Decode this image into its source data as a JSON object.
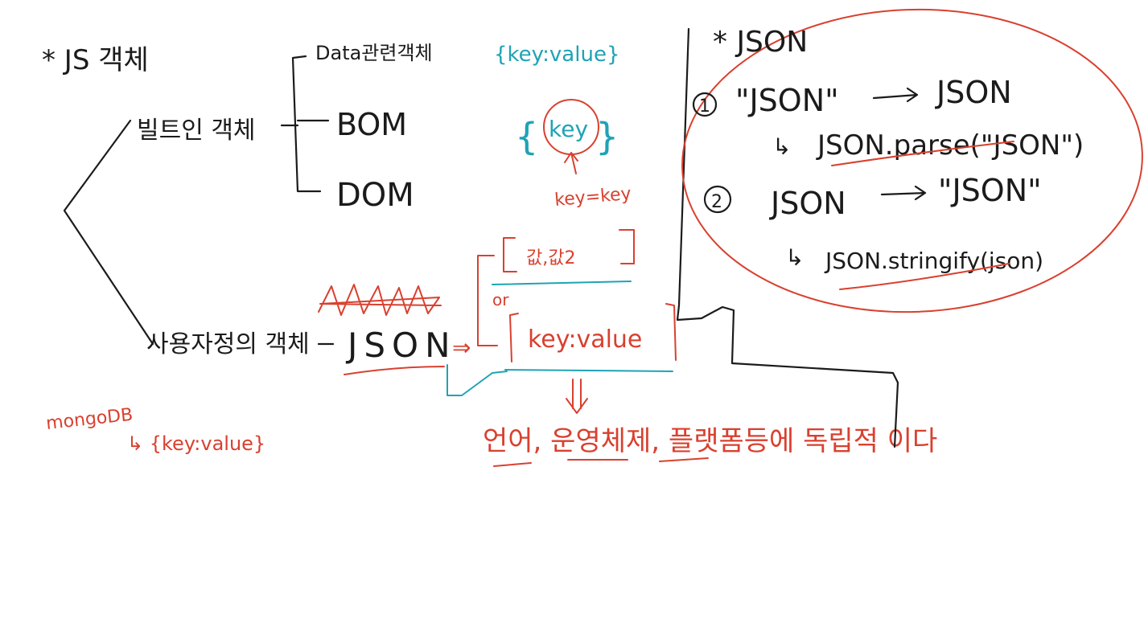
{
  "left": {
    "heading": "* JS 객체",
    "builtin_label": "빌트인 객체",
    "builtin_children": [
      "Data관련객체",
      "BOM",
      "DOM"
    ],
    "user_label": "사용자정의 객체",
    "user_json": "JSON",
    "mongo_label": "mongoDB",
    "mongo_value": "↳ {key:value}"
  },
  "middle": {
    "kv_top": "{key:value}",
    "key_bracket_open": "{",
    "key_word": "key",
    "key_bracket_close": "}",
    "key_eq": "key=key",
    "arr_text": "값,값2",
    "or_text": "or",
    "kv_bottom": "key:value",
    "independent_text": "언어, 운영체제, 플랫폼등에 독립적 이다"
  },
  "right": {
    "heading": "* JSON",
    "item1_num": "1",
    "item1_from": "\"JSON\"",
    "item1_to": "JSON",
    "item1_method": "JSON.parse(\"JSON\")",
    "item2_num": "2",
    "item2_from": "JSON",
    "item2_to": "\"JSON\"",
    "item2_method": "JSON.stringify(json)"
  },
  "colors": {
    "ink": "#1b1b1b",
    "red": "#d9402f",
    "teal": "#1fa3b5"
  }
}
